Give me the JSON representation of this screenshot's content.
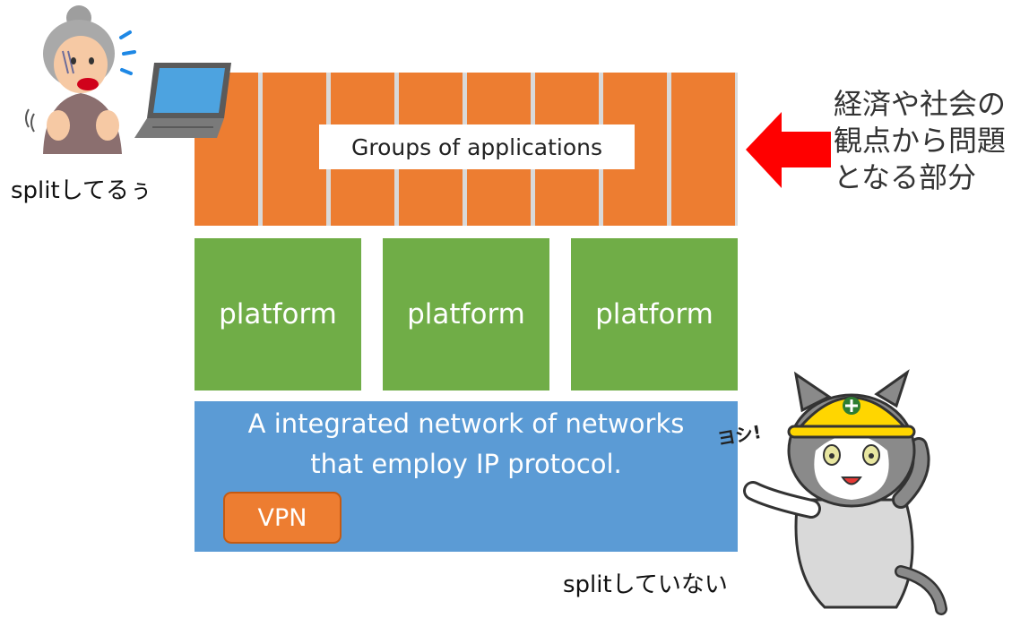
{
  "apps": {
    "label": "Groups of applications",
    "brick_count": 8
  },
  "platforms": [
    "platform",
    "platform",
    "platform"
  ],
  "network": {
    "line1": "A integrated network of networks",
    "line2": "that employ IP protocol.",
    "vpn_label": "VPN"
  },
  "annotations": {
    "left_caption": "splitしてるぅ",
    "bottom_caption": "splitしていない",
    "right_note": "経済や社会の\n観点から問題\nとなる部分",
    "cat_bubble": "ヨシ!"
  },
  "colors": {
    "orange": "#ed7d31",
    "green": "#70ad47",
    "blue": "#5b9bd5",
    "arrow_red": "#ff0000"
  },
  "icons": [
    "worried-grandma-icon",
    "laptop-icon",
    "red-arrow-icon",
    "safety-cat-icon"
  ]
}
